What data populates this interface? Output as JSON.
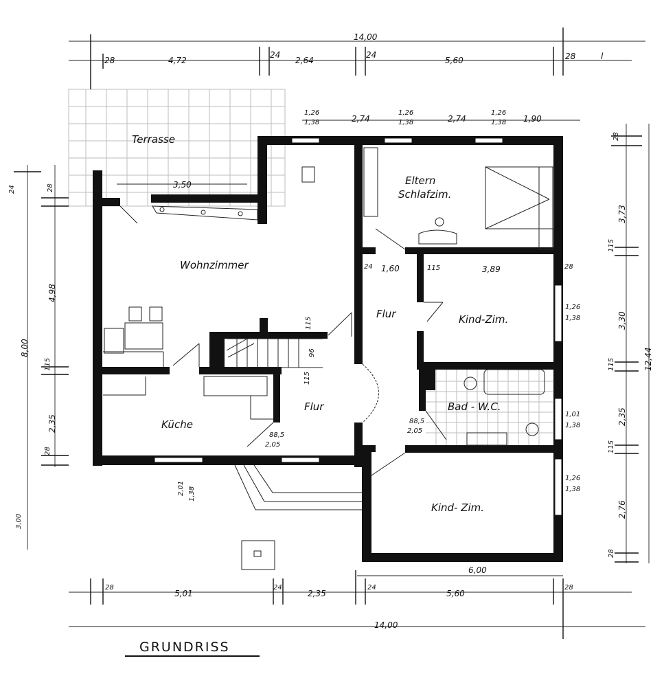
{
  "title": "GRUNDRISS",
  "rooms": {
    "terrasse": "Terrasse",
    "wohnzimmer": "Wohnzimmer",
    "eltern_line1": "Eltern",
    "eltern_line2": "Schlafzim.",
    "kind_zim_upper": "Kind-Zim.",
    "kind_zim_lower": "Kind- Zim.",
    "bad_wc": "Bad - W.C.",
    "flur_upper": "Flur",
    "flur_lower": "Flur",
    "kueche": "Küche"
  },
  "dimensions": {
    "top_total": "14,00",
    "top_28a": "28",
    "top_472": "4,72",
    "top_24a": "24",
    "top_264": "2,64",
    "top_24b": "24",
    "top_560": "5,60",
    "top_28b": "28",
    "row2_window_a": "1,26",
    "row2_window_a2": "1,38",
    "row2_274a": "2,74",
    "row2_window_b": "1,26",
    "row2_window_b2": "1,38",
    "row2_274b": "2,74",
    "row2_window_c": "1,26",
    "row2_window_c2": "1,38",
    "row2_190": "1,90",
    "terrace_350": "3,50",
    "flur_160": "1,60",
    "flur_24": "24",
    "kind_115": "115",
    "kind_389": "3,89",
    "kind_28": "28",
    "win_kind1_a": "1,26",
    "win_kind1_b": "1,38",
    "win_bad_a": "1,01",
    "win_bad_b": "1,38",
    "win_kind2_a": "1,26",
    "win_kind2_b": "1,38",
    "door_bad_a": "88,5",
    "door_bad_b": "2,05",
    "door_kueche_a": "88,5",
    "door_kueche_b": "2,05",
    "stair_115": "115",
    "stair_96": "96",
    "stair_115b": "115",
    "kueche_window_a": "2,01",
    "kueche_window_b": "1,38",
    "right_28": "28",
    "right_373": "3,73",
    "right_115a": "115",
    "right_330": "3,30",
    "right_115b": "115",
    "right_235": "2,35",
    "right_115c": "115",
    "right_276": "2,76",
    "right_28b": "28",
    "right_total": "12,44",
    "left_24": "24",
    "left_28": "28",
    "left_498": "4,98",
    "left_800": "8,00",
    "left_115": "115",
    "left_235": "2,35",
    "left_28b": "28",
    "left_300": "3,00",
    "bottom_600": "6,00",
    "bottom_28a": "28",
    "bottom_501": "5,01",
    "bottom_24a": "24",
    "bottom_235": "2,35",
    "bottom_24b": "24",
    "bottom_560": "5,60",
    "bottom_28b": "28",
    "bottom_total": "14,00",
    "corner_l": "l"
  }
}
